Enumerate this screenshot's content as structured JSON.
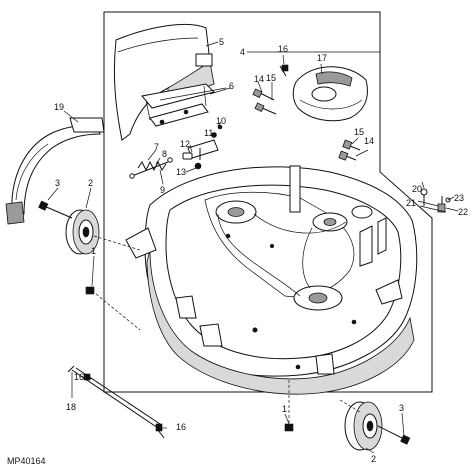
{
  "figure": {
    "code": "MP40164",
    "callouts": [
      {
        "id": "c1a",
        "text": "1"
      },
      {
        "id": "c1b",
        "text": "1"
      },
      {
        "id": "c2a",
        "text": "2"
      },
      {
        "id": "c2b",
        "text": "2"
      },
      {
        "id": "c3a",
        "text": "3"
      },
      {
        "id": "c3b",
        "text": "3"
      },
      {
        "id": "c4",
        "text": "4"
      },
      {
        "id": "c5",
        "text": "5"
      },
      {
        "id": "c6",
        "text": "6"
      },
      {
        "id": "c7",
        "text": "7"
      },
      {
        "id": "c8",
        "text": "8"
      },
      {
        "id": "c9",
        "text": "9"
      },
      {
        "id": "c10",
        "text": "10"
      },
      {
        "id": "c11",
        "text": "11"
      },
      {
        "id": "c12",
        "text": "12"
      },
      {
        "id": "c13",
        "text": "13"
      },
      {
        "id": "c14a",
        "text": "14"
      },
      {
        "id": "c14b",
        "text": "14"
      },
      {
        "id": "c15a",
        "text": "15"
      },
      {
        "id": "c15b",
        "text": "15"
      },
      {
        "id": "c16a",
        "text": "16"
      },
      {
        "id": "c16b",
        "text": "16"
      },
      {
        "id": "c16c",
        "text": "16"
      },
      {
        "id": "c17",
        "text": "17"
      },
      {
        "id": "c18",
        "text": "18"
      },
      {
        "id": "c19",
        "text": "19"
      },
      {
        "id": "c20",
        "text": "20"
      },
      {
        "id": "c21",
        "text": "21"
      },
      {
        "id": "c22",
        "text": "22"
      },
      {
        "id": "c23",
        "text": "23"
      }
    ]
  }
}
